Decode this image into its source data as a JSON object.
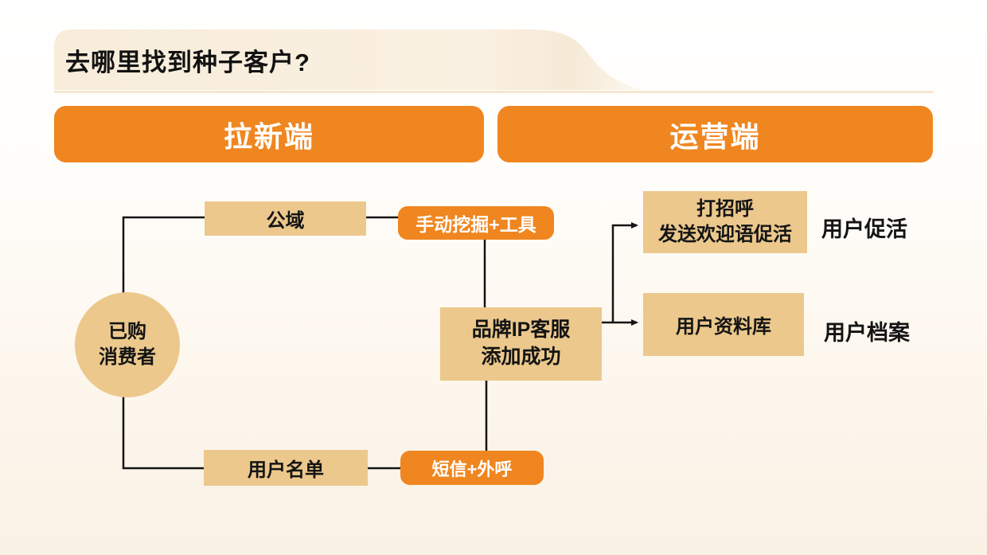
{
  "page": {
    "title": "去哪里找到种子客户?"
  },
  "sections": {
    "acquisition": {
      "label": "拉新端"
    },
    "operation": {
      "label": "运营端"
    }
  },
  "nodes": {
    "source": {
      "line1": "已购",
      "line2": "消费者"
    },
    "public_domain": {
      "label": "公域"
    },
    "manual_mining": {
      "label": "手动挖掘+工具"
    },
    "user_list": {
      "label": "用户名单"
    },
    "sms_outbound": {
      "label": "短信+外呼"
    },
    "brand_ip": {
      "line1": "品牌IP客服",
      "line2": "添加成功"
    },
    "greeting": {
      "line1": "打招呼",
      "line2": "发送欢迎语促活"
    },
    "user_database": {
      "label": "用户资料库"
    }
  },
  "annotations": {
    "activation": "用户促活",
    "profile": "用户档案"
  },
  "colors": {
    "accent_orange": "#f0861f",
    "node_tan": "#ecc88c",
    "connector_black": "#141414",
    "banner_cream": "#f8eddc",
    "background_bottom": "#faf1e5"
  }
}
